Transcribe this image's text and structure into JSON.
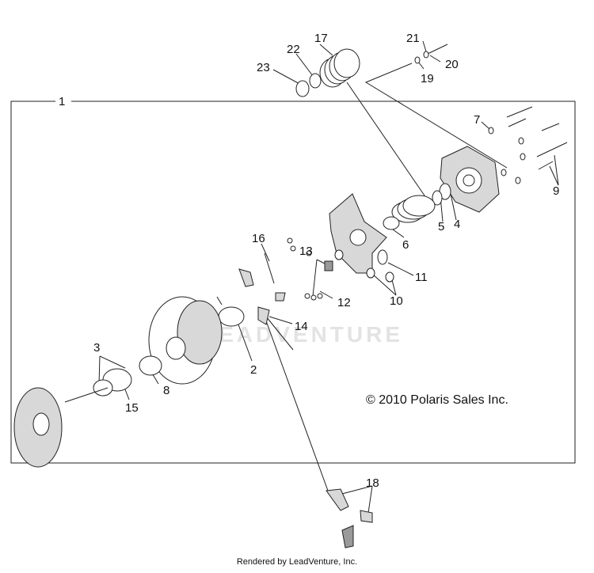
{
  "watermark": "LEADVENTURE",
  "copyright": "© 2010 Polaris Sales Inc.",
  "footer": "Rendered by LeadVenture, Inc.",
  "callouts": [
    "1",
    "2",
    "3",
    "4",
    "5",
    "6",
    "7",
    "8",
    "9",
    "10",
    "11",
    "12",
    "13",
    "14",
    "15",
    "16",
    "17",
    "18",
    "19",
    "20",
    "21",
    "22",
    "23"
  ]
}
